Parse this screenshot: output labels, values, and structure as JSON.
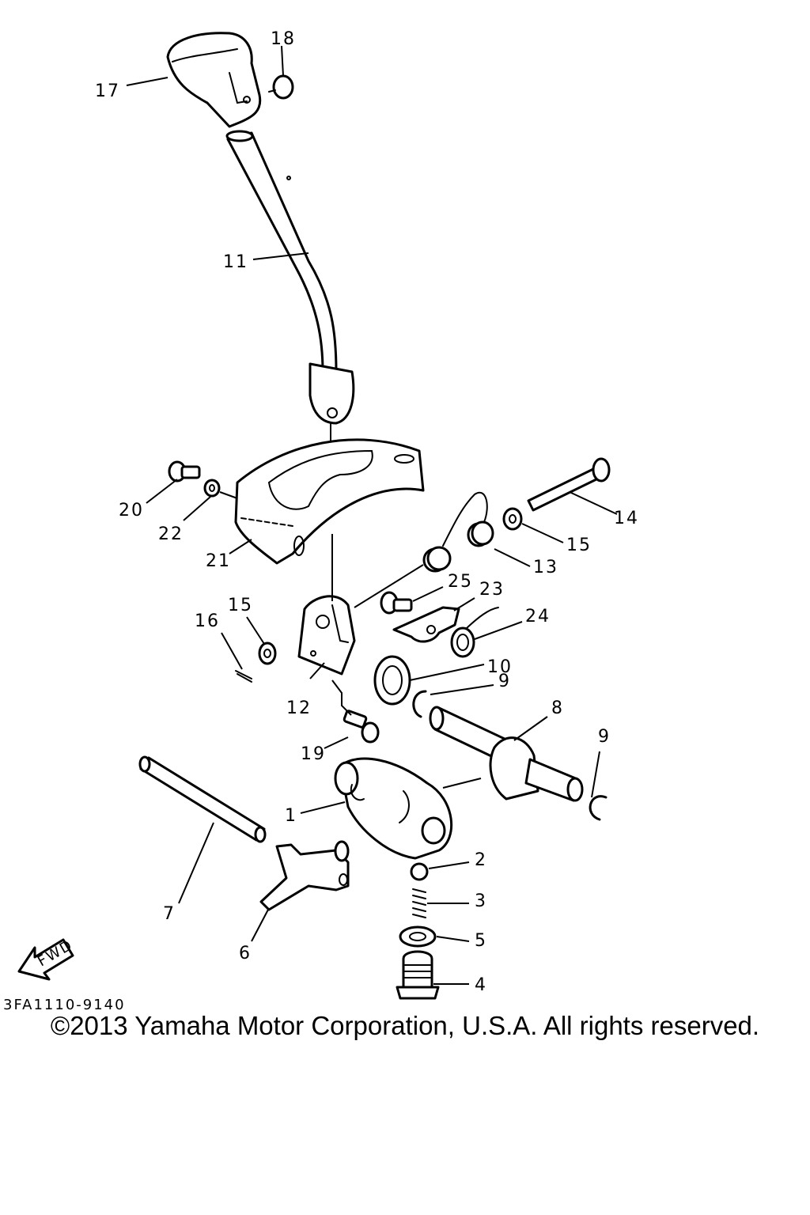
{
  "diagram": {
    "drawing_code": "3FA1110-9140",
    "direction_marker": "FWD",
    "callouts": [
      "1",
      "2",
      "3",
      "4",
      "5",
      "6",
      "7",
      "8",
      "9",
      "10",
      "11",
      "12",
      "13",
      "14",
      "15",
      "16",
      "17",
      "18",
      "19",
      "20",
      "21",
      "22",
      "23",
      "24",
      "25"
    ],
    "callout_labels": {
      "c1": "1",
      "c2": "2",
      "c3": "3",
      "c4": "4",
      "c5": "5",
      "c6": "6",
      "c7": "7",
      "c8": "8",
      "c9a": "9",
      "c9b": "9",
      "c10": "10",
      "c11": "11",
      "c12": "12",
      "c13": "13",
      "c14": "14",
      "c15a": "15",
      "c15b": "15",
      "c16": "16",
      "c17": "17",
      "c18": "18",
      "c19": "19",
      "c20": "20",
      "c21": "21",
      "c22": "22",
      "c23": "23",
      "c24": "24",
      "c25": "25"
    }
  },
  "footer": {
    "copyright": "©2013 Yamaha Motor Corporation, U.S.A. All rights reserved."
  }
}
